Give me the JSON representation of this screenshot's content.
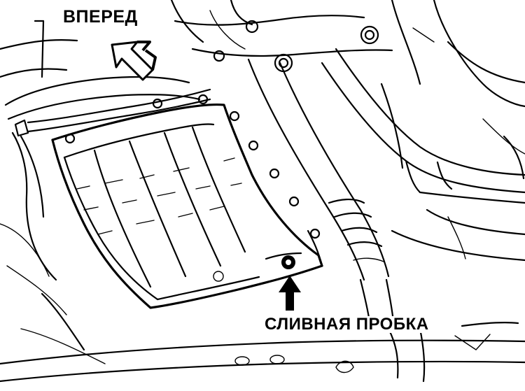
{
  "labels": {
    "forward": "ВПЕРЕД",
    "drain_plug": "СЛИВНАЯ ПРОБКА"
  },
  "colors": {
    "ink": "#000000",
    "paper": "#ffffff"
  },
  "icons": {
    "forward_arrow": "outlined-arrow-up-left",
    "drain_arrow": "solid-arrow-up"
  }
}
